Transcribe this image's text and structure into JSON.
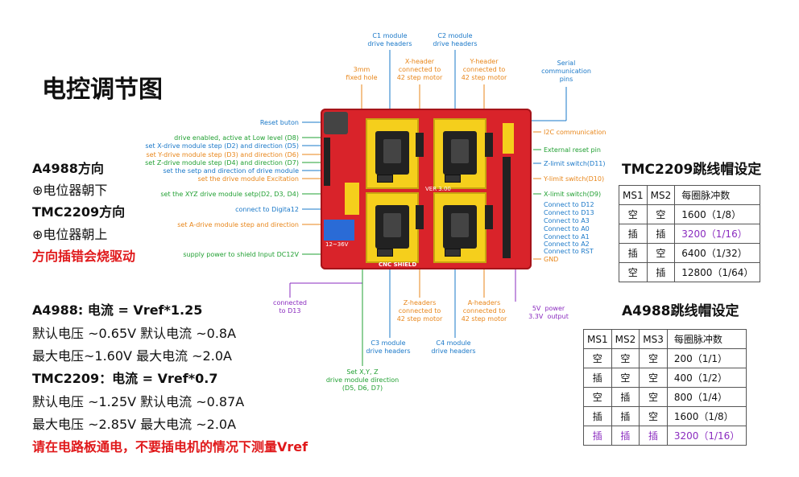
{
  "title": "电控调节图",
  "left": {
    "a4988_dir": "A4988方向",
    "a4988_pot": "⊕电位器朝下",
    "tmc_dir": "TMC2209方向",
    "tmc_pot": "⊕电位器朝上",
    "warn_dir": "方向插错会烧驱动",
    "a4988_formula": "A4988: 电流 = Vref*1.25",
    "a4988_default": "默认电压 ~0.65V  默认电流 ~0.8A",
    "a4988_max": "最大电压~1.60V   最大电流 ~2.0A",
    "tmc_formula": "TMC2209：电流 = Vref*0.7",
    "tmc_default": "默认电压 ~1.25V 默认电流 ~0.87A",
    "tmc_max": "最大电压 ~2.85V 最大电流 ~2.0A",
    "warn_measure": "请在电路板通电，不要插电机的情况下测量Vref"
  },
  "board": {
    "label_cnc": "CNC SHIELD",
    "label_ver": "VER 3.00",
    "label_volt": "12~36V",
    "left_labels": [
      {
        "text": "Reset buton",
        "color": "#1a78c8"
      },
      {
        "text": "drive enabled, active at Low level (D8)",
        "color": "#22a033"
      },
      {
        "text": "set X-drive module step (D2) and direction (D5)",
        "color": "#1a78c8"
      },
      {
        "text": "set Y-drive module step (D3) and direction (D6)",
        "color": "#e8861a"
      },
      {
        "text": "set Z-drive module step (D4) and direction (D7)",
        "color": "#22a033"
      },
      {
        "text": "set the setp and direction of drive module",
        "color": "#1a78c8"
      },
      {
        "text": "set the drive module Excitation",
        "color": "#e8861a"
      },
      {
        "text": "set the XYZ drive module setp(D2, D3, D4)",
        "color": "#22a033"
      },
      {
        "text": "connect to Digita12",
        "color": "#1a78c8"
      },
      {
        "text": "set A-drive module step and direction",
        "color": "#e8861a"
      },
      {
        "text": "supply power to shield Input DC12V",
        "color": "#22a033"
      }
    ],
    "right_labels": [
      {
        "text": "I2C communication",
        "color": "#e8861a"
      },
      {
        "text": "External reset pin",
        "color": "#22a033"
      },
      {
        "text": "Z-limit switch(D11)",
        "color": "#1a78c8"
      },
      {
        "text": "Y-limit switch(D10)",
        "color": "#e8861a"
      },
      {
        "text": "X-limit switch(D9)",
        "color": "#22a033"
      },
      {
        "text": "Connect to D12",
        "color": "#1a78c8"
      },
      {
        "text": "Connect to D13",
        "color": "#1a78c8"
      },
      {
        "text": "Connect to A3",
        "color": "#1a78c8"
      },
      {
        "text": "Connect to A0",
        "color": "#1a78c8"
      },
      {
        "text": "Connect to A1",
        "color": "#1a78c8"
      },
      {
        "text": "Connect to A2",
        "color": "#1a78c8"
      },
      {
        "text": "Connect to RST",
        "color": "#1a78c8"
      },
      {
        "text": "GND",
        "color": "#e8861a"
      }
    ],
    "top_labels": {
      "fixed_hole": "3mm\nfixed hole",
      "c1": "C1 module\ndrive headers",
      "x_header": "X-header\nconnected to\n42 step motor",
      "c2": "C2 module\ndrive headers",
      "y_header": "Y-header\nconnected to\n42 step motor",
      "serial": "Serial\ncommunication\npins"
    },
    "bottom_labels": {
      "d13": "connected\nto D13",
      "z_header": "Z-headers\nconnected to\n42 step motor",
      "a_header": "A-headers\nconnected to\n42 step motor",
      "power5v": "5V  power\n3.3V  output",
      "c3": "C3 module\ndrive headers",
      "c4": "C4 module\ndrive headers",
      "xyz_dir": "Set X,Y, Z\ndrive module direction\n(D5, D6, D7)"
    }
  },
  "tmc_table": {
    "title": "TMC2209跳线帽设定",
    "headers": [
      "MS1",
      "MS2",
      "每圈脉冲数"
    ],
    "rows": [
      [
        "空",
        "空",
        "1600（1/8）"
      ],
      [
        "插",
        "插",
        "3200（1/16）"
      ],
      [
        "插",
        "空",
        "6400（1/32）"
      ],
      [
        "空",
        "插",
        "12800（1/64）"
      ]
    ]
  },
  "a4988_table": {
    "title": "A4988跳线帽设定",
    "headers": [
      "MS1",
      "MS2",
      "MS3",
      "每圈脉冲数"
    ],
    "rows": [
      [
        "空",
        "空",
        "空",
        "200（1/1）"
      ],
      [
        "插",
        "空",
        "空",
        "400（1/2）"
      ],
      [
        "空",
        "插",
        "空",
        "800（1/4）"
      ],
      [
        "插",
        "插",
        "空",
        "1600（1/8）"
      ],
      [
        "插",
        "插",
        "插",
        "3200（1/16）"
      ]
    ]
  },
  "colors": {
    "green": "#22a033",
    "blue": "#1a78c8",
    "orange": "#e8861a",
    "purple": "#8a2bbf",
    "red": "#e0191b",
    "board": "#d9232a"
  }
}
